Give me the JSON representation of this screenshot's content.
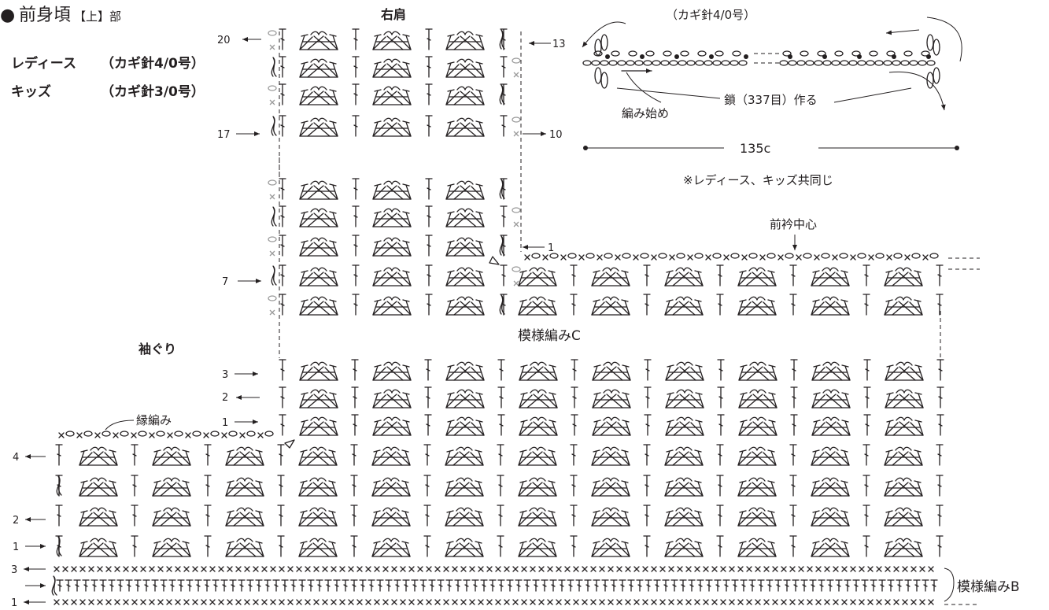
{
  "title": {
    "bullet": "●",
    "main": "前身頃",
    "suffix": "【上】部"
  },
  "sizes": [
    {
      "name": "レディース",
      "hook": "（カギ針4/0号）"
    },
    {
      "name": "キッズ",
      "hook": "（カギ針3/0号）"
    }
  ],
  "labels": {
    "right_shoulder": "右肩",
    "armhole": "袖ぐり",
    "edging": "縁編み",
    "pattern_c": "模様編みC",
    "pattern_b": "模様編みB",
    "neck_center": "前衿中心"
  },
  "row_numbers": {
    "shoulder_left": [
      "20",
      "17",
      "7",
      "3",
      "2",
      "1"
    ],
    "shoulder_right": [
      "13",
      "10",
      "1"
    ],
    "lower_left": [
      "4",
      "2",
      "1",
      "3",
      "1"
    ]
  },
  "inset": {
    "hook": "（カギ針4/0号）",
    "chain_label": "鎖（337目）作る",
    "start_label": "編み始め",
    "width": "135c",
    "note": "※レディース、キッズ共同じ"
  },
  "colors": {
    "ink": "#231f20",
    "gray": "#9a9a9a",
    "background": "#ffffff"
  }
}
